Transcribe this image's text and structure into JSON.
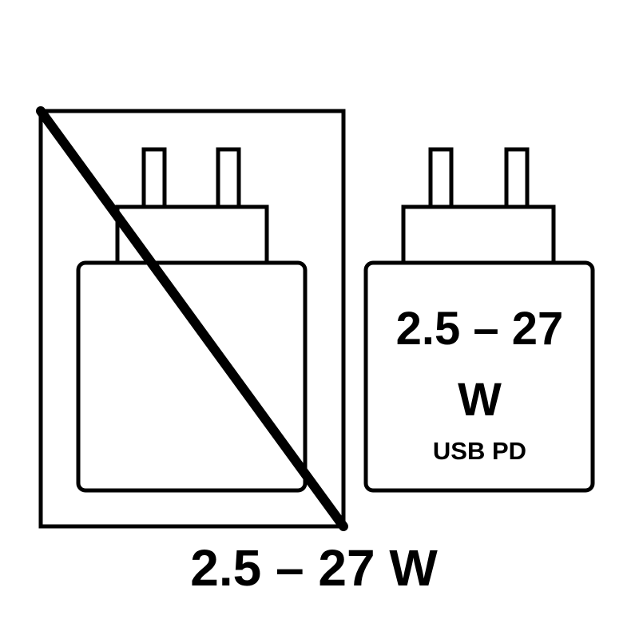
{
  "not_included_panel": {
    "icon": "charger-crossed-out-icon",
    "meaning": "charger not included"
  },
  "compatible_charger": {
    "icon": "charger-icon",
    "power_line_1": "2.5 – 27",
    "power_line_2": "W",
    "protocol": "USB PD"
  },
  "power_range_caption": "2.5 – 27  W",
  "colors": {
    "ink": "#000000",
    "background": "#ffffff"
  }
}
